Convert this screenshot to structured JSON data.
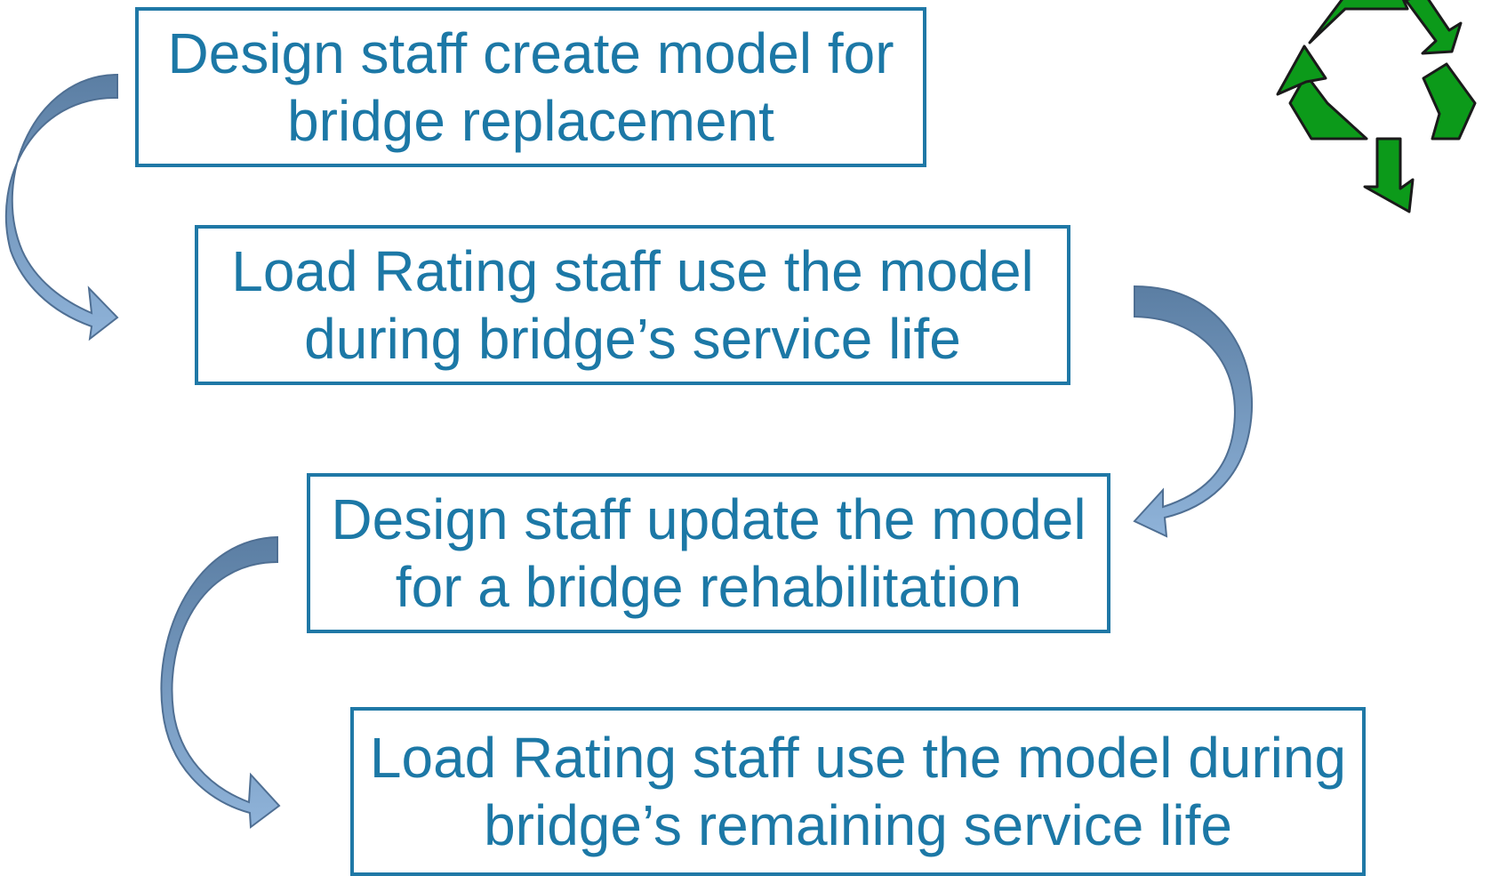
{
  "diagram": {
    "steps": [
      {
        "line1": "Design staff create model for",
        "line2": "bridge replacement"
      },
      {
        "line1": "Load Rating staff use the model",
        "line2": "during bridge’s service life"
      },
      {
        "line1": "Design staff update the model",
        "line2": "for a bridge rehabilitation"
      },
      {
        "line1": "Load Rating staff use the model during",
        "line2": "bridge’s  remaining service life"
      }
    ],
    "colors": {
      "box_border": "#1f78a6",
      "text": "#1c78a6",
      "arrow_dark": "#5b7ea3",
      "arrow_light": "#8fb3d9",
      "recycle_green": "#0c9a1a"
    },
    "icons": [
      "curved-arrow-icon",
      "recycle-icon"
    ]
  }
}
